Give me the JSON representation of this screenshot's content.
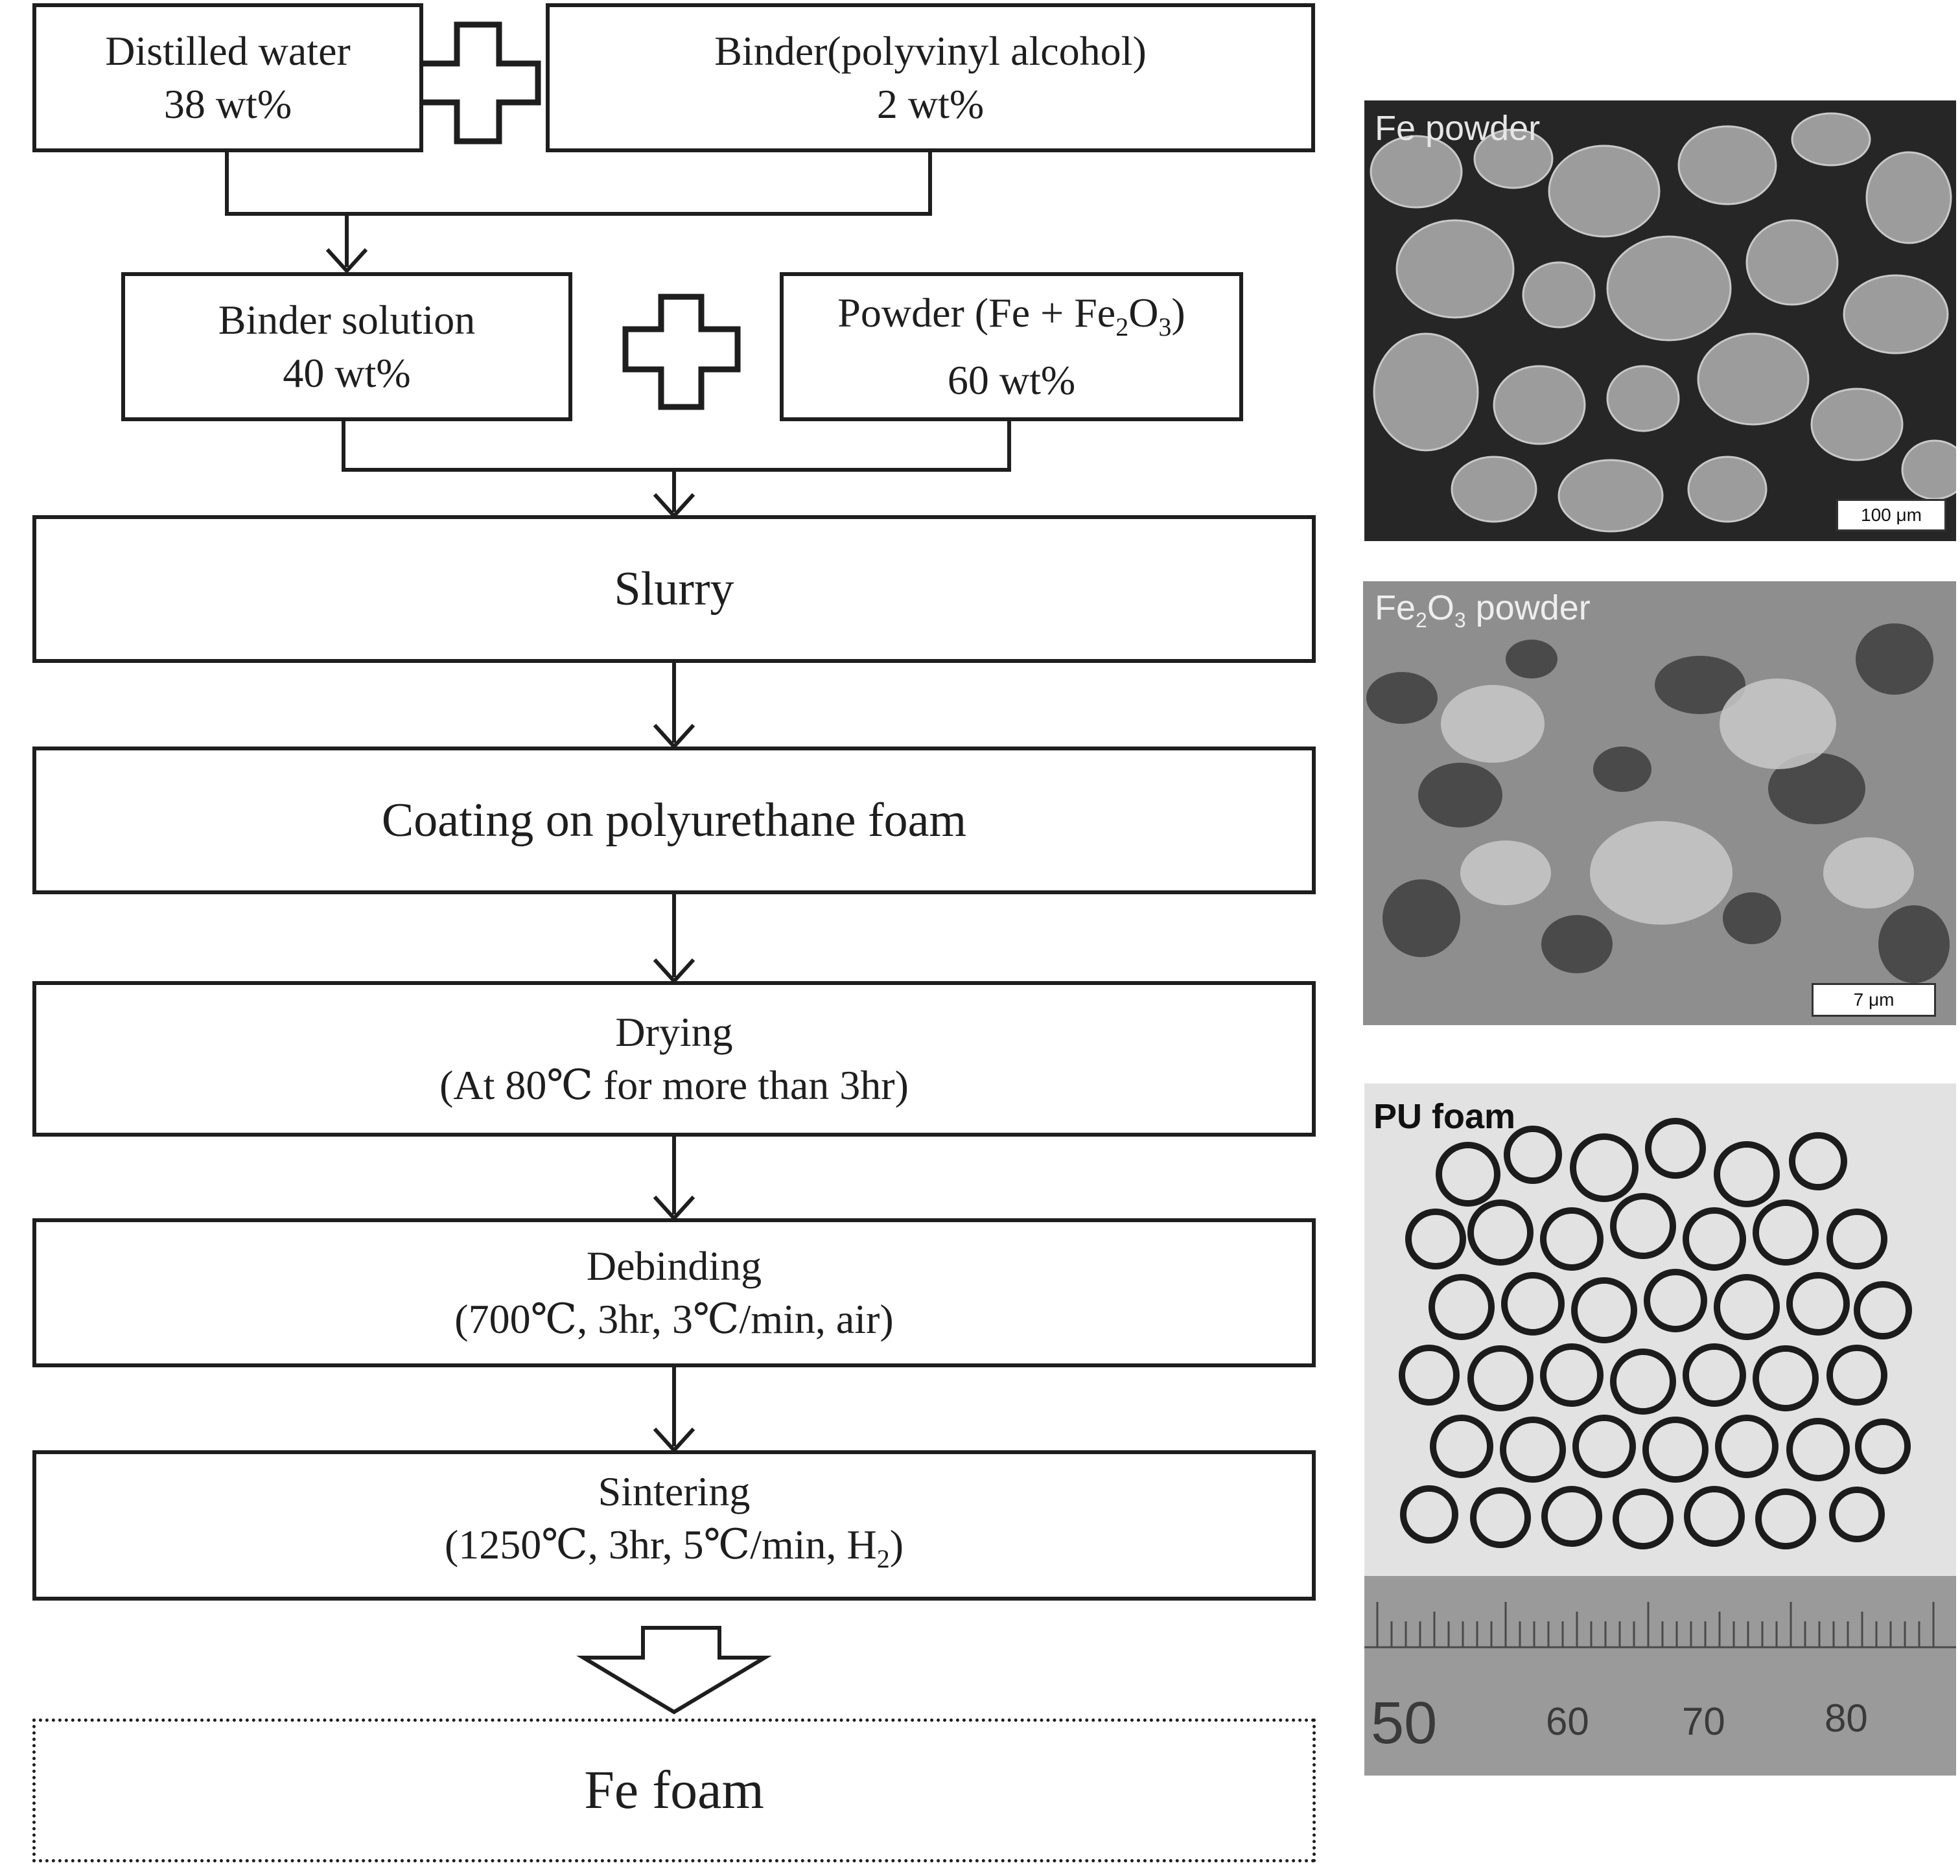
{
  "flow": {
    "distilled_water": {
      "name": "Distilled water",
      "amount": "38 wt%"
    },
    "binder": {
      "name": "Binder(polyvinyl alcohol)",
      "amount": "2 wt%"
    },
    "binder_solution": {
      "name": "Binder solution",
      "amount": "40 wt%"
    },
    "powder": {
      "name_prefix": "Powder (Fe + Fe",
      "sub1": "2",
      "mid": "O",
      "sub2": "3",
      "suffix": ")",
      "amount": "60 wt%"
    },
    "slurry": "Slurry",
    "coating": "Coating on polyurethane foam",
    "drying": {
      "name": "Drying",
      "condition": "(At 80℃ for more than 3hr)"
    },
    "debinding": {
      "name": "Debinding",
      "condition": "(700℃, 3hr, 3℃/min, air)"
    },
    "sintering": {
      "name": "Sintering",
      "condition_prefix": "(1250℃, 3hr, 5℃/min, H",
      "sub": "2",
      "suffix": ")"
    },
    "product": "Fe foam"
  },
  "photos": {
    "fe_powder": {
      "label": "Fe powder",
      "scale": "100 μm"
    },
    "fe2o3_powder": {
      "label_prefix": "Fe",
      "sub1": "2",
      "mid": "O",
      "sub2": "3",
      "suffix": " powder",
      "scale": "7 μm"
    },
    "pu_foam": {
      "label": "PU foam",
      "ruler_numbers": [
        "50",
        "60",
        "70",
        "80"
      ]
    }
  },
  "colors": {
    "line": "#1e1e1e",
    "photo_dark": "#222222",
    "photo_light": "#9a9a9a"
  }
}
